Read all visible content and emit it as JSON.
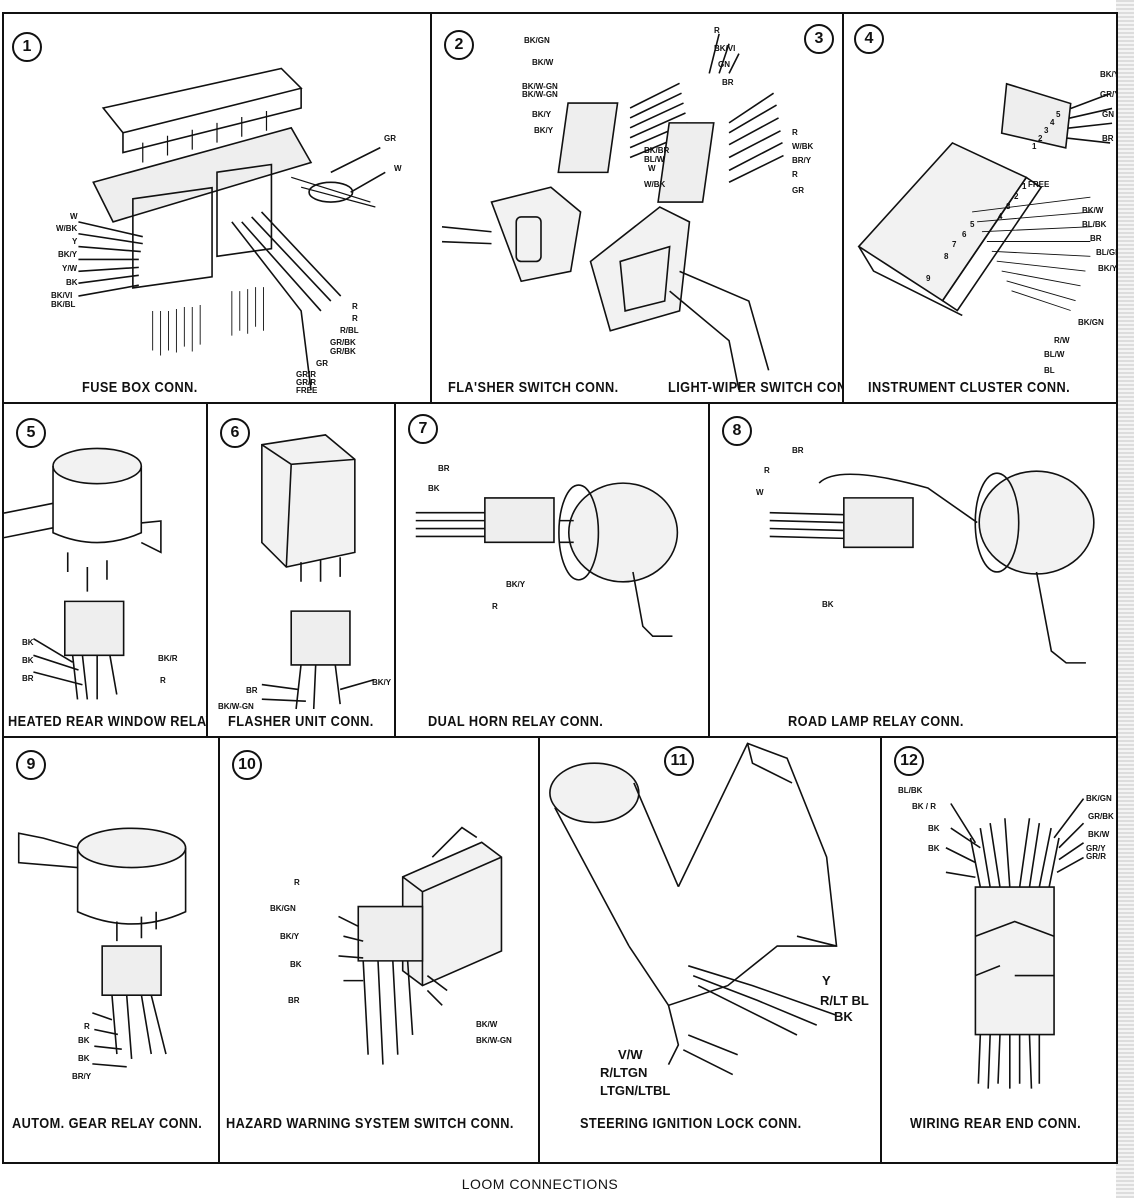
{
  "caption": "LOOM CONNECTIONS",
  "panels": [
    {
      "num": "1",
      "title": "FUSE BOX CONN.",
      "labels": [
        "GR",
        "W",
        "W",
        "W/BK",
        "Y",
        "BK/Y",
        "Y/W",
        "BK",
        "BK/VI",
        "BK/BL",
        "R",
        "R",
        "R/BL",
        "GR/BK",
        "GR/BK",
        "GR",
        "GR/R",
        "GR/R",
        "FREE"
      ]
    },
    {
      "num": "2",
      "title": "FLA'SHER SWITCH CONN.",
      "labels": [
        "BK/GN",
        "BK/W",
        "BK/W-GN",
        "BK/W-GN",
        "BK/Y",
        "BK/Y",
        "BK/BR",
        "BL/W",
        "W",
        "W/BK"
      ]
    },
    {
      "num": "3",
      "title": "LIGHT-WIPER SWITCH CON.",
      "labels": [
        "R",
        "BK/VI",
        "GN",
        "BR",
        "R",
        "W/BK",
        "BR/Y",
        "R",
        "GR"
      ]
    },
    {
      "num": "4",
      "title": "INSTRUMENT CLUSTER CONN.",
      "labels": [
        "BK/Y",
        "GR/Y",
        "GN",
        "BR",
        "FREE",
        "BK/W",
        "BL/BK",
        "BR",
        "BL/GN",
        "BK/Y",
        "BK/GN",
        "R/W",
        "BL/W",
        "BL",
        "1",
        "2",
        "3",
        "4",
        "5",
        "1",
        "2",
        "3",
        "4",
        "5",
        "6",
        "7",
        "8",
        "9"
      ]
    },
    {
      "num": "5",
      "title": "HEATED REAR WINDOW RELAY",
      "labels": [
        "BK",
        "BK",
        "BR",
        "BK/R",
        "R"
      ]
    },
    {
      "num": "6",
      "title": "FLASHER UNIT CONN.",
      "labels": [
        "BR",
        "BK/W-GN",
        "BK/Y"
      ]
    },
    {
      "num": "7",
      "title": "DUAL HORN RELAY CONN.",
      "labels": [
        "BR",
        "BK",
        "BK/Y",
        "R"
      ]
    },
    {
      "num": "8",
      "title": "ROAD LAMP RELAY CONN.",
      "labels": [
        "BR",
        "R",
        "W",
        "BK"
      ]
    },
    {
      "num": "9",
      "title": "AUTOM. GEAR RELAY CONN.",
      "labels": [
        "R",
        "BK",
        "BK",
        "BR/Y"
      ]
    },
    {
      "num": "10",
      "title": "HAZARD WARNING SYSTEM SWITCH CONN.",
      "labels": [
        "R",
        "BK/GN",
        "BK/Y",
        "BK",
        "BR",
        "BK/W",
        "BK/W-GN"
      ]
    },
    {
      "num": "11",
      "title": "STEERING IGNITION LOCK CONN.",
      "labels": [
        "Y",
        "R/LT BL",
        "BK",
        "V/W",
        "R/LTGN",
        "LTGN/LTBL"
      ]
    },
    {
      "num": "12",
      "title": "WIRING REAR END CONN.",
      "labels": [
        "BL/BK",
        "BK / R",
        "BK",
        "BK",
        "BK/GN",
        "GR/BK",
        "BK/W",
        "GR/Y",
        "GR/R"
      ]
    }
  ]
}
